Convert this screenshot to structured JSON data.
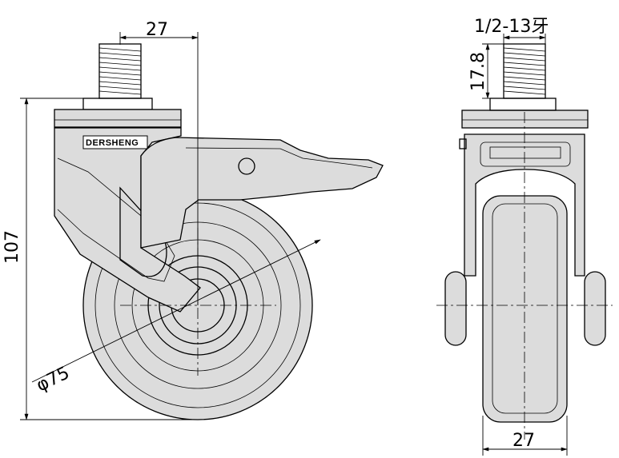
{
  "side_view": {
    "top_width_dim": "27",
    "height_dim": "107",
    "wheel_diameter_dim": "φ75",
    "brand_label": "DERSHENG"
  },
  "front_view": {
    "thread_dim": "1/2-13牙",
    "stem_length_dim": "17.8",
    "wheel_width_dim": "27"
  }
}
